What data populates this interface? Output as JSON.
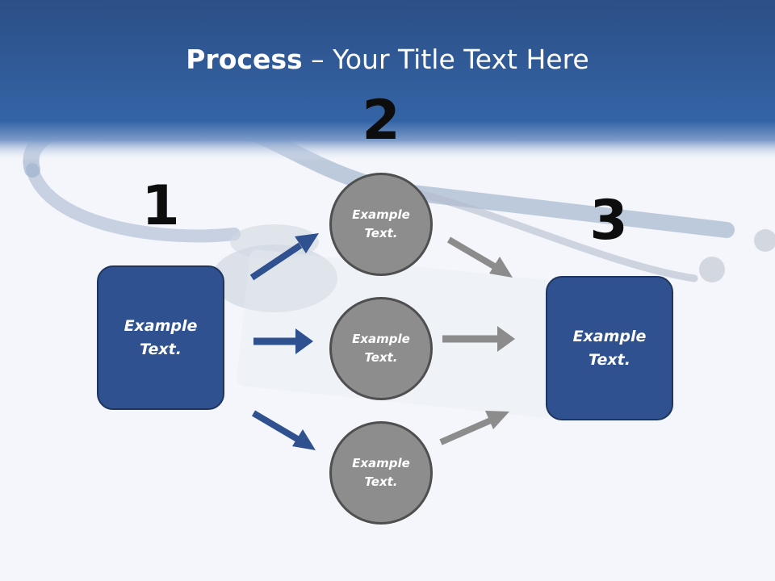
{
  "slide": {
    "title_bold": "Process",
    "title_rest": " – Your Title Text Here"
  },
  "steps": {
    "step1": {
      "number": "1",
      "text": "Example\nText."
    },
    "step2": {
      "number": "2",
      "items": [
        {
          "text": "Example\nText."
        },
        {
          "text": "Example\nText."
        },
        {
          "text": "Example\nText."
        }
      ]
    },
    "step3": {
      "number": "3",
      "text": "Example\nText."
    }
  },
  "colors": {
    "header_band": "#2f5a99",
    "box_fill": "#2f5190",
    "circle_fill": "#8d8d8d",
    "arrow_blue": "#2f5190",
    "arrow_gray": "#8c8c8c"
  },
  "background_image": "stethoscope-photo"
}
